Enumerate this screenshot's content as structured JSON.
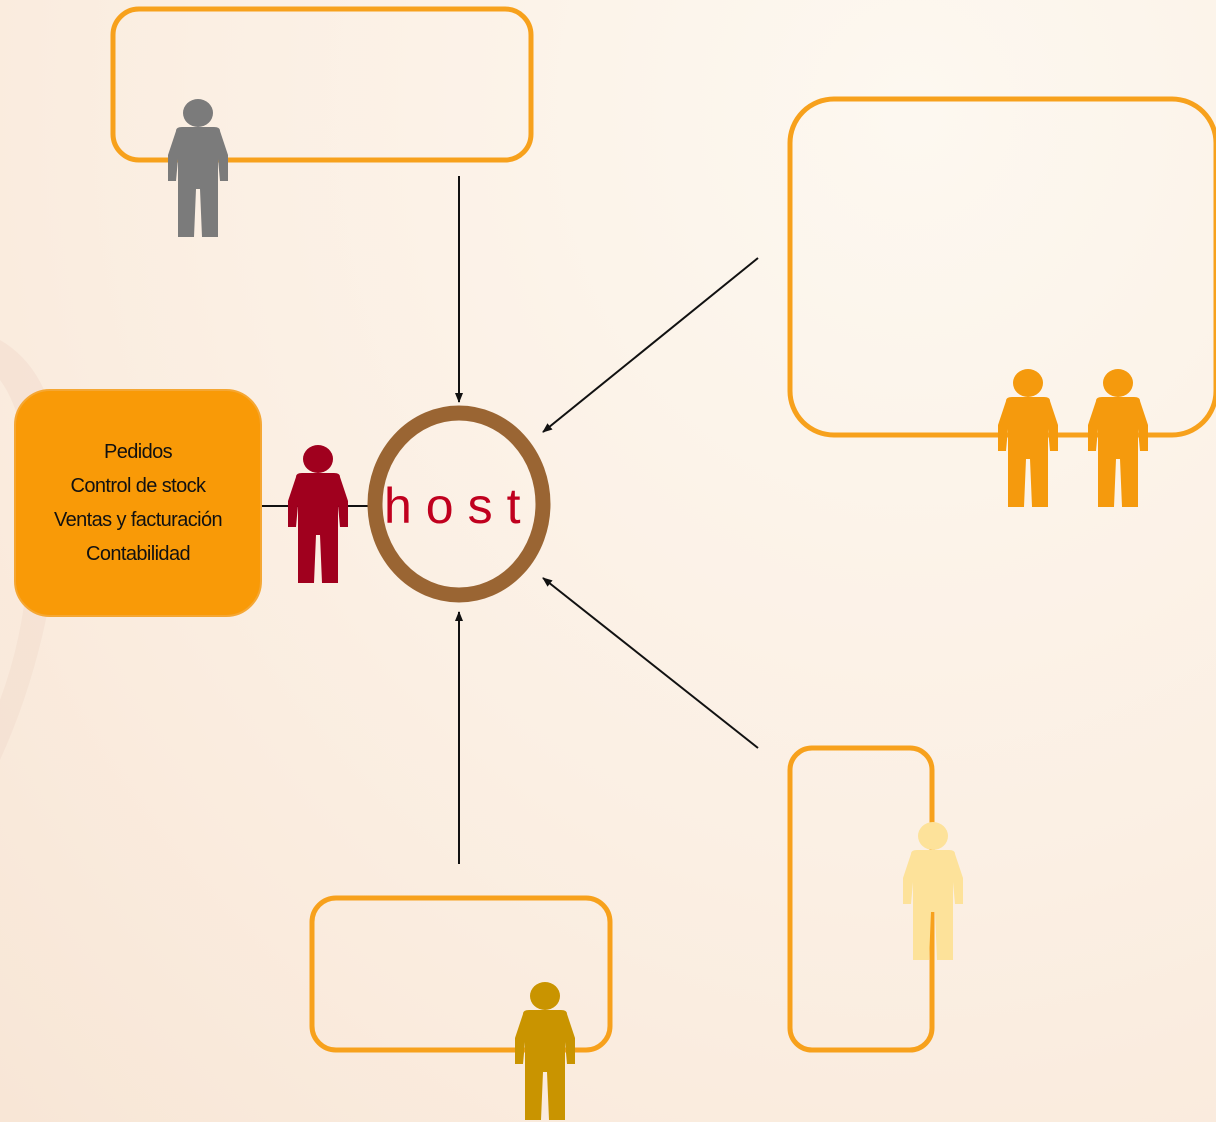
{
  "diagram": {
    "host_label": "host",
    "applications": [
      "Pedidos",
      "Control de stock",
      "Ventas y facturación",
      "Contabilidad"
    ],
    "colors": {
      "frame": "#f7a11c",
      "app_box": "#f99a07",
      "host_ring": "#9a6533",
      "host_text": "#c0001e",
      "person_top": "#7b7b7b",
      "person_host": "#a0001e",
      "person_right": "#f59a0d",
      "person_bottom_left": "#c99400",
      "person_bottom_right": "#fde29a"
    }
  }
}
